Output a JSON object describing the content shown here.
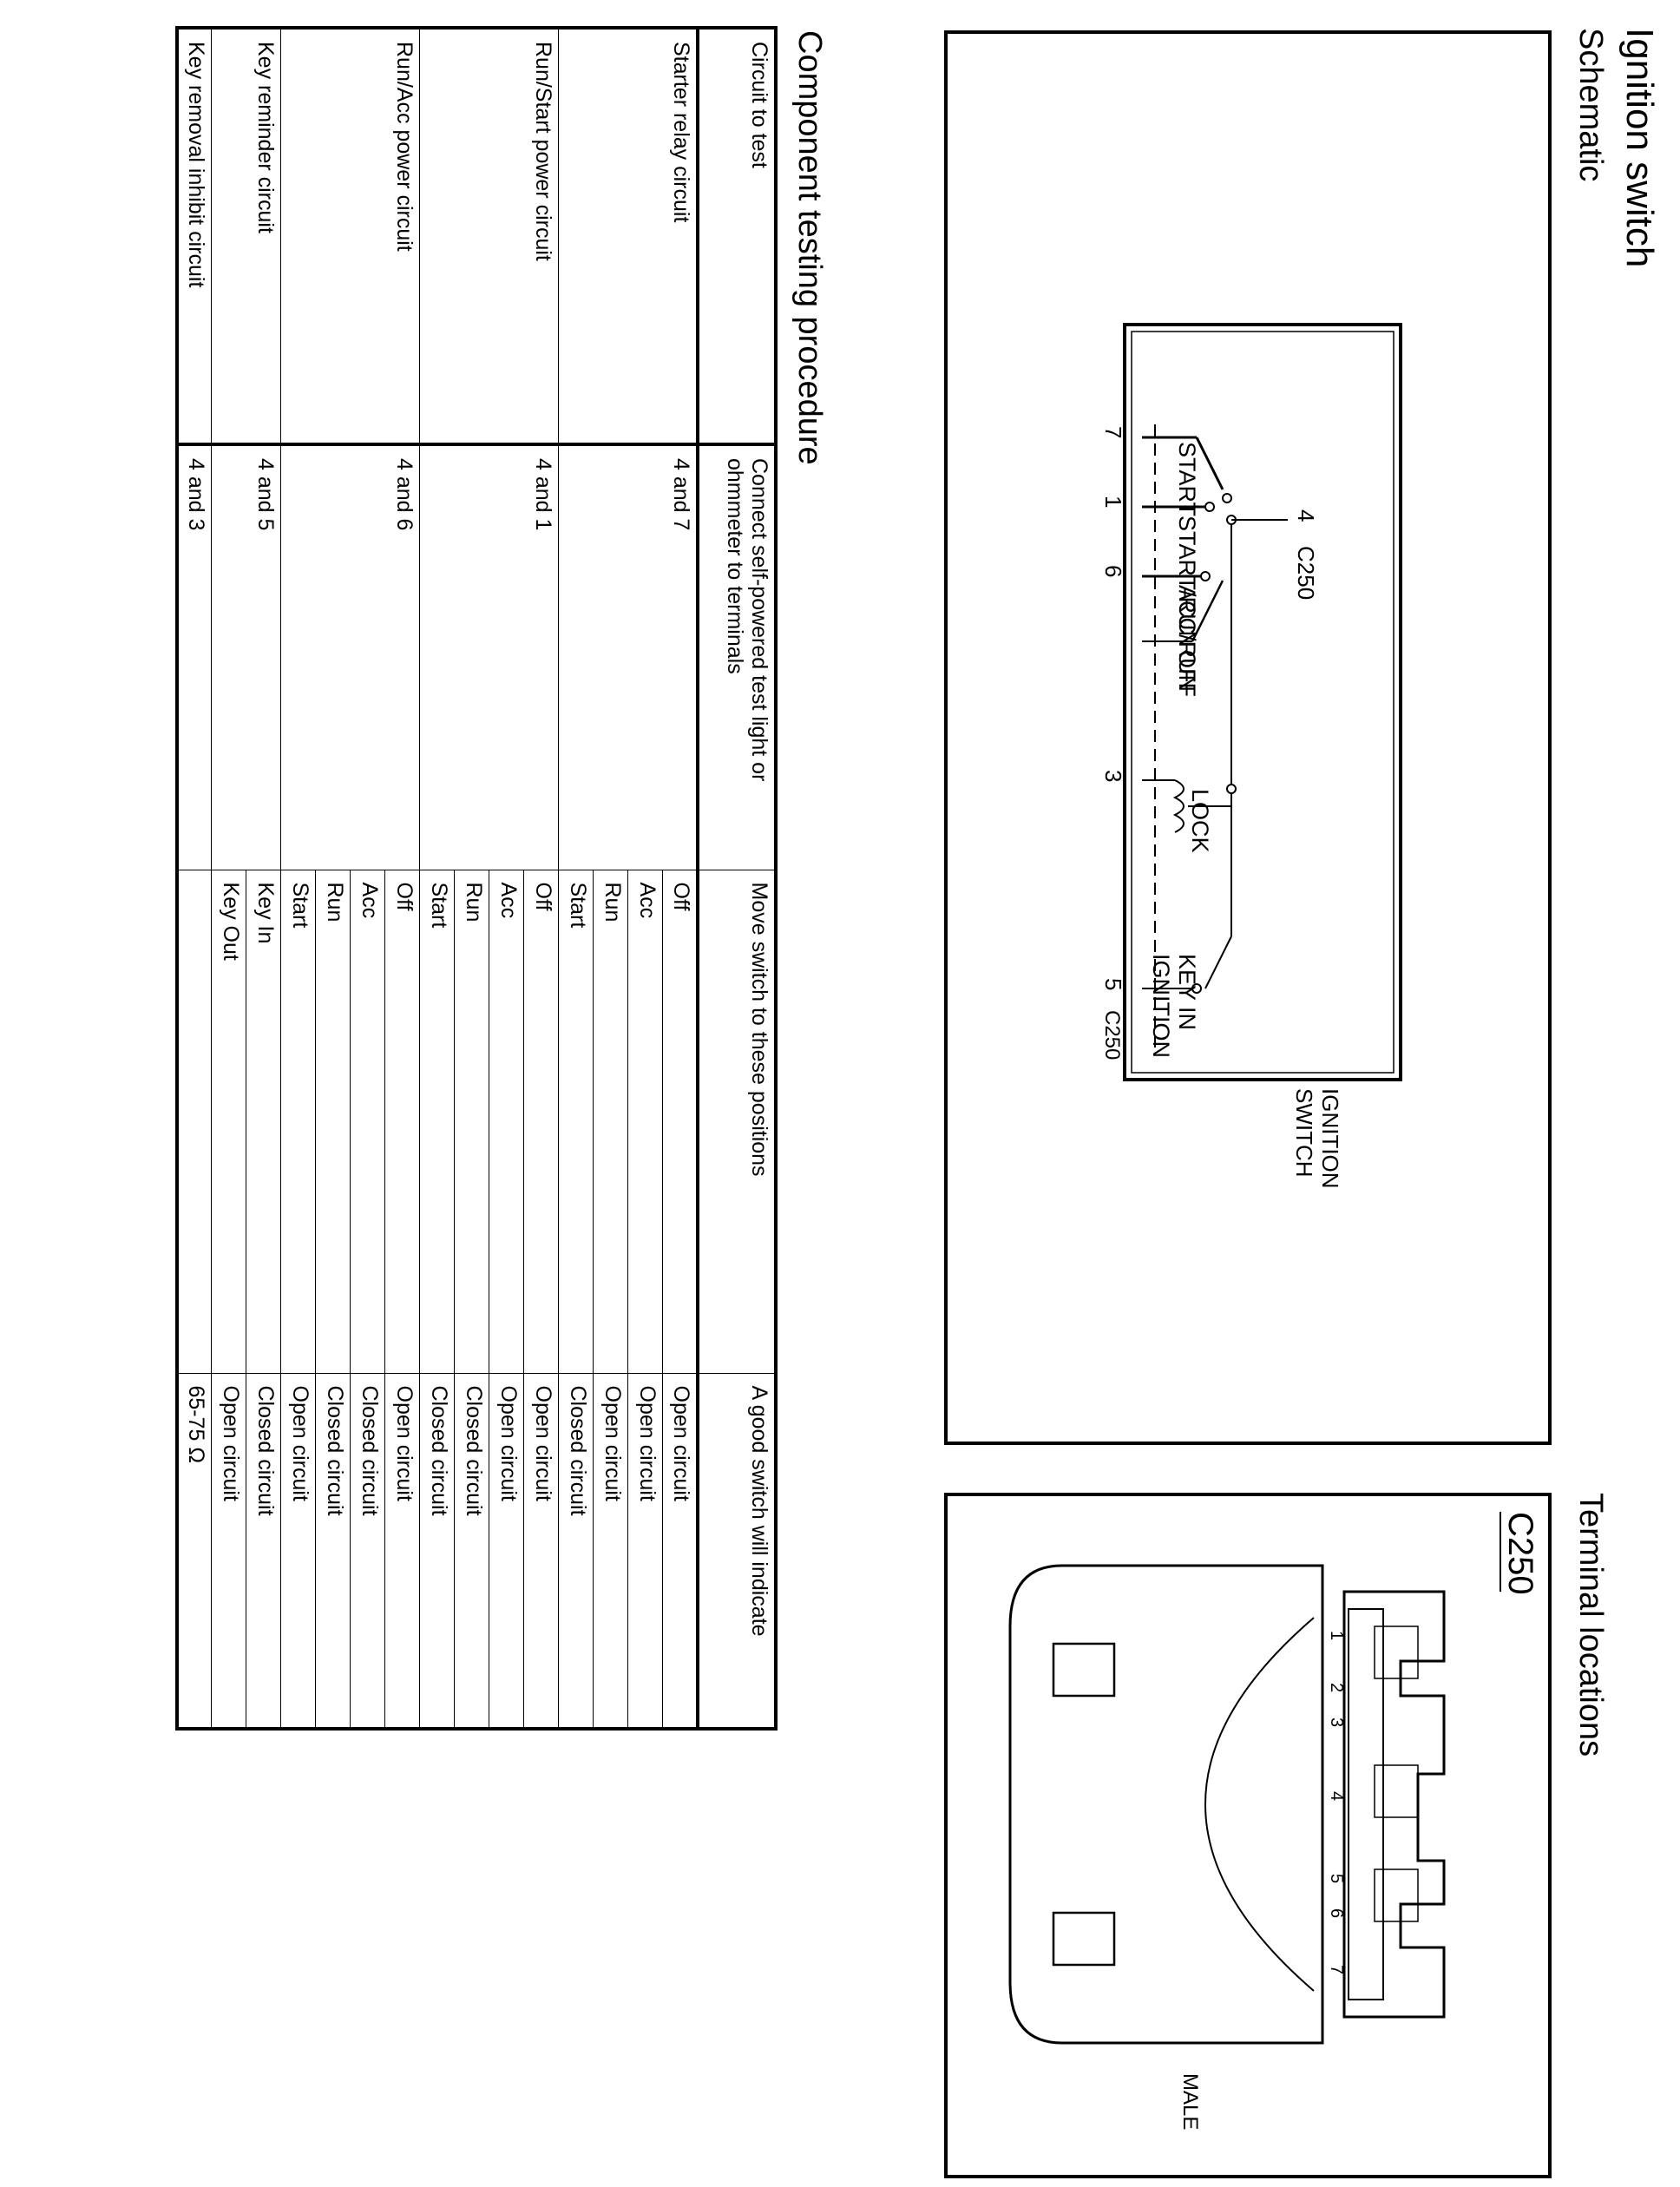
{
  "title": "Ignition switch",
  "schematic_heading": "Schematic",
  "terminal_heading": "Terminal locations",
  "procedure_heading": "Component testing procedure",
  "schematic": {
    "switch_positions": [
      "START",
      "START/RUN",
      "ACC/RUN",
      "OFF",
      "LOCK",
      "KEY IN",
      "IGNITION"
    ],
    "terminals": [
      "7",
      "1",
      "6",
      "3",
      "5",
      "4"
    ],
    "connector": "C250",
    "component_label_1": "IGNITION",
    "component_label_2": "SWITCH"
  },
  "terminal_locations": {
    "connector": "C250",
    "pins": [
      "1",
      "2",
      "3",
      "4",
      "5",
      "6",
      "7"
    ],
    "gender": "MALE"
  },
  "table": {
    "headers": [
      "Circuit to test",
      "Connect self-powered test light or ohmmeter to terminals",
      "Move switch to these positions",
      "A good switch will indicate"
    ],
    "groups": [
      {
        "circuit": "Starter relay circuit",
        "terminals": "4 and 7",
        "rows": [
          [
            "Off",
            "Open circuit"
          ],
          [
            "Acc",
            "Open circuit"
          ],
          [
            "Run",
            "Open circuit"
          ],
          [
            "Start",
            "Closed circuit"
          ]
        ]
      },
      {
        "circuit": "Run/Start power circuit",
        "terminals": "4 and 1",
        "rows": [
          [
            "Off",
            "Open circuit"
          ],
          [
            "Acc",
            "Open circuit"
          ],
          [
            "Run",
            "Closed circuit"
          ],
          [
            "Start",
            "Closed circuit"
          ]
        ]
      },
      {
        "circuit": "Run/Acc power circuit",
        "terminals": "4 and 6",
        "rows": [
          [
            "Off",
            "Open circuit"
          ],
          [
            "Acc",
            "Closed circuit"
          ],
          [
            "Run",
            "Closed circuit"
          ],
          [
            "Start",
            "Open circuit"
          ]
        ]
      },
      {
        "circuit": "Key reminder circuit",
        "terminals": "4 and 5",
        "rows": [
          [
            "Key In",
            "Closed circuit"
          ],
          [
            "Key Out",
            "Open circuit"
          ]
        ]
      },
      {
        "circuit": "Key removal inhibit circuit",
        "terminals": "4 and 3",
        "rows": [
          [
            "",
            "65-75 Ω"
          ]
        ]
      }
    ]
  }
}
